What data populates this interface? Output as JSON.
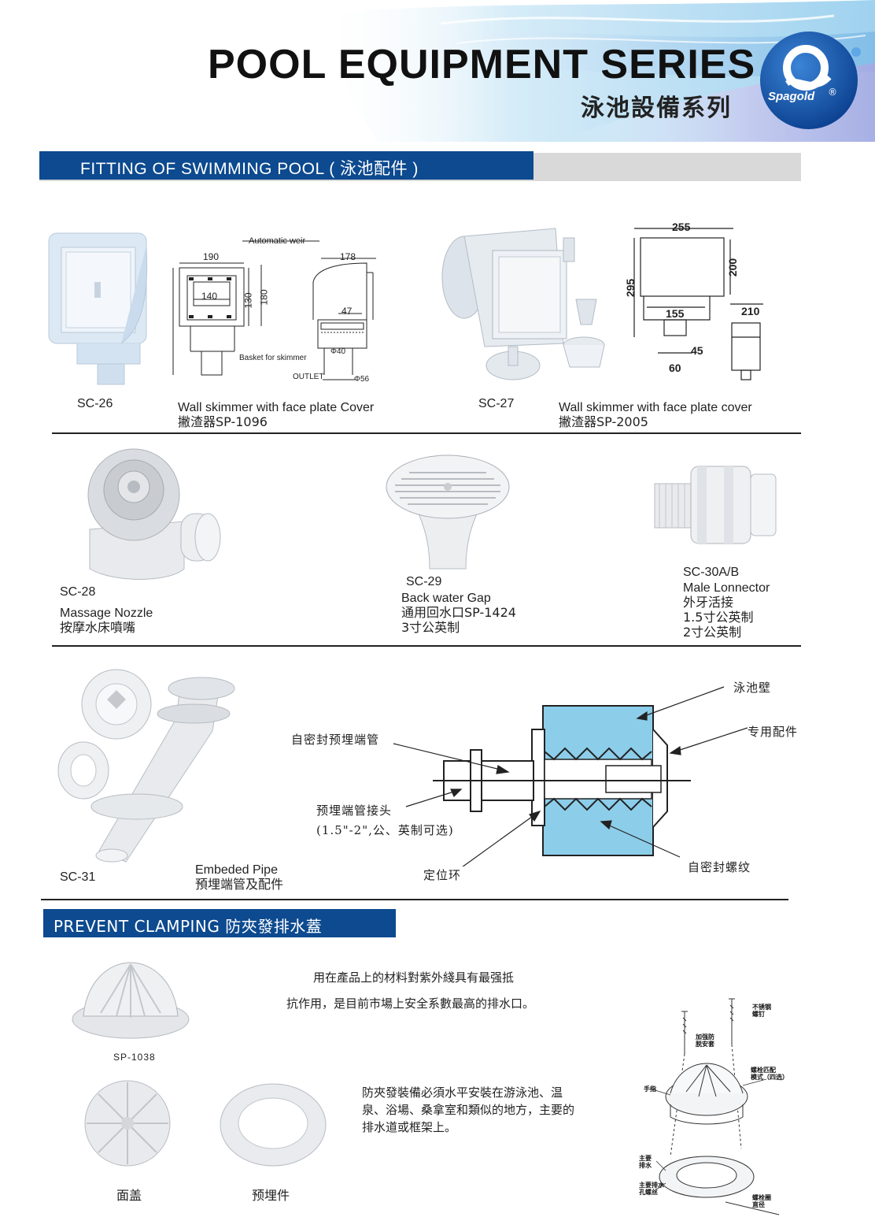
{
  "header": {
    "title_en": "POOL EQUIPMENT SERIES",
    "title_cn": "泳池設備系列",
    "logo_text": "Spagold",
    "logo_mark": "®"
  },
  "section1": {
    "heading": "FITTING OF SWIMMING POOL ( 泳池配件 )"
  },
  "sc26": {
    "code": "SC-26",
    "name_en": "Wall skimmer with face  plate  Cover",
    "name_cn": "撇渣器SP-1096",
    "drawing": {
      "automatic_weir": "Automatic weir",
      "dim_190": "190",
      "dim_178": "178",
      "dim_140": "140",
      "dim_130": "130",
      "dim_180": "180",
      "dim_47": "47",
      "basket": "Basket for skimmer",
      "phi40": "Φ40",
      "outlet": "OUTLET",
      "phi56": "Φ56"
    }
  },
  "sc27": {
    "code": "SC-27",
    "name_en": "Wall skimmer with face plate cover",
    "name_cn": "撇渣器SP-2005",
    "drawing": {
      "dim_255": "255",
      "dim_200": "200",
      "dim_295": "295",
      "dim_155": "155",
      "dim_210": "210",
      "dim_45": "45",
      "dim_60": "60"
    }
  },
  "sc28": {
    "code": "SC-28",
    "name_en": "Massage Nozzle",
    "name_cn": "按摩水床噴嘴"
  },
  "sc29": {
    "code": "SC-29",
    "name_en": "Back water Gap",
    "name_cn": "通用回水口SP-1424",
    "spec": "3寸公英制"
  },
  "sc30": {
    "code": "SC-30A/B",
    "name_en": "Male Lonnector",
    "name_cn": "外牙活接",
    "spec1": "1.5寸公英制",
    "spec2": "2寸公英制"
  },
  "sc31": {
    "code": "SC-31",
    "name_en": "Embeded Pipe",
    "name_cn": "預埋端管及配件",
    "diagram": {
      "wall": "泳池壁",
      "fitting": "专用配件",
      "pipe": "自密封预埋端管",
      "joint": "预埋端管接头",
      "joint_spec": "(1.5\"-2\",公、英制可选)",
      "ring": "定位环",
      "thread": "自密封螺纹"
    }
  },
  "section2": {
    "heading": "PREVENT CLAMPING 防夾發排水蓋"
  },
  "clamp": {
    "model": "SP-1038",
    "desc1_line1": "用在產品上的材料對紫外綫具有最强抵",
    "desc1_line2": "抗作用，是目前市場上安全系數最高的排水口。",
    "desc2_line1": "防夾發裝備必須水平安裝在游泳池、温",
    "desc2_line2": "泉、浴場、桑拿室和類似的地方，主要的",
    "desc2_line3": "排水道或框架上。",
    "cover_label": "面盖",
    "embed_label": "预埋件",
    "exploded": {
      "screw": "不锈钢\n螺钉",
      "anti": "加强防\n脱安套",
      "bolt": "螺栓匹配\n模式（四选）",
      "handle": "手指",
      "drain": "主要\n排水",
      "drain_hole": "主要排水\n孔螺丝",
      "bolt_dia": "螺栓圈\n直径"
    }
  },
  "colors": {
    "brand_blue": "#0d4a8f",
    "diagram_blue": "#8ccdea",
    "product_grey": "#e9ecef"
  }
}
